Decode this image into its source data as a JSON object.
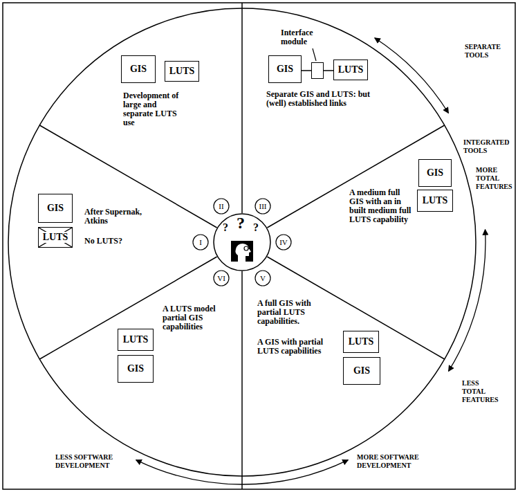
{
  "diagram": {
    "nodes": [
      {
        "text": [
          "GIS"
        ]
      },
      {
        "text": [
          "LUTS"
        ]
      },
      {
        "text": [
          "II"
        ]
      },
      {
        "text": [
          "GIS"
        ]
      },
      {
        "text": [
          "Interface module"
        ]
      },
      {
        "text": [
          "LUTS"
        ]
      },
      {
        "text": [
          "III"
        ]
      },
      {
        "text": [
          "GIS"
        ]
      },
      {
        "text": [
          "LUTS"
        ]
      },
      {
        "text": [
          "I"
        ]
      },
      {
        "text": [
          "?",
          "?",
          "?"
        ]
      },
      {
        "text": [
          "IV"
        ]
      },
      {
        "text": [
          "GIS"
        ]
      },
      {
        "text": [
          "LUTS"
        ]
      },
      {
        "text": [
          "VI"
        ]
      },
      {
        "text": [
          "V"
        ]
      },
      {
        "text": [
          "LUTS"
        ]
      },
      {
        "text": [
          "GIS"
        ]
      },
      {
        "text": [
          "LUTS"
        ]
      },
      {
        "text": [
          "GIS"
        ]
      }
    ],
    "edges": [
      {
        "from": 3,
        "to": 4,
        "arrow": "none"
      },
      {
        "from": 4,
        "to": 5,
        "arrow": "none"
      }
    ],
    "labels": [
      "Development of large and separate LUTS use",
      "Separate GIS and LUTS: but (well) established links",
      "SEPARATE TOOLS",
      "After Supernak, Atkins",
      "No LUTS?",
      "INTEGRATED TOOLS",
      "A medium full GIS with an in built medium full LUTS capability",
      "MORE TOTAL FEATURES",
      "A full GIS with partial LUTS capabilities.",
      "A GIS with partial LUTS capabilities",
      "A LUTS model partial GIS capabilities",
      "LESS TOTAL FEATURES",
      "LESS SOFTWARE DEVELOPMENT",
      "MORE SOFTWARE DEVELOPMENT"
    ]
  }
}
